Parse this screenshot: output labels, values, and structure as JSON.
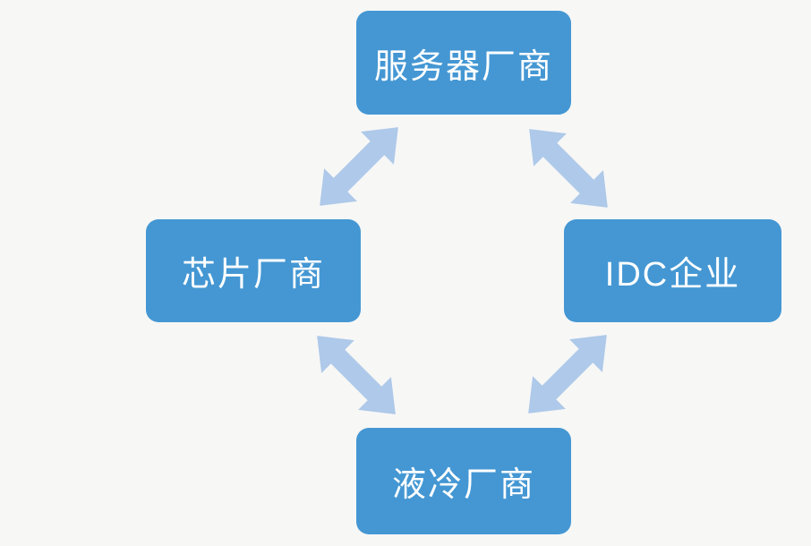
{
  "diagram": {
    "type": "cycle",
    "background_color": "#f7f7f6",
    "node_color": "#4497d3",
    "arrow_color": "#aec9e9",
    "text_color": "#ffffff",
    "nodes": [
      {
        "id": "server-vendor",
        "label": "服务器厂商",
        "position": "top"
      },
      {
        "id": "chip-vendor",
        "label": "芯片厂商",
        "position": "left"
      },
      {
        "id": "idc-enterprise",
        "label": "IDC企业",
        "position": "right"
      },
      {
        "id": "liquid-cooling-vendor",
        "label": "液冷厂商",
        "position": "bottom"
      }
    ],
    "connections": [
      {
        "from": "chip-vendor",
        "to": "server-vendor",
        "bidirectional": true
      },
      {
        "from": "server-vendor",
        "to": "idc-enterprise",
        "bidirectional": true
      },
      {
        "from": "chip-vendor",
        "to": "liquid-cooling-vendor",
        "bidirectional": true
      },
      {
        "from": "liquid-cooling-vendor",
        "to": "idc-enterprise",
        "bidirectional": true
      }
    ]
  }
}
